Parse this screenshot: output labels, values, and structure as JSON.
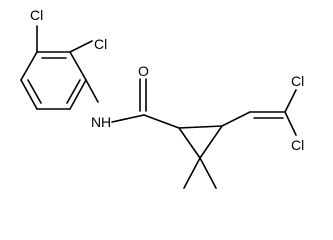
{
  "molecule": {
    "atoms": {
      "cl_ring_top": "Cl",
      "cl_ring_side": "Cl",
      "amide_n": "N",
      "amide_h": "H",
      "carbonyl_o": "O",
      "cl_vinyl_top": "Cl",
      "cl_vinyl_bottom": "Cl"
    },
    "colors": {
      "bond": "#000000",
      "label": "#000000",
      "background": "#ffffff"
    }
  }
}
